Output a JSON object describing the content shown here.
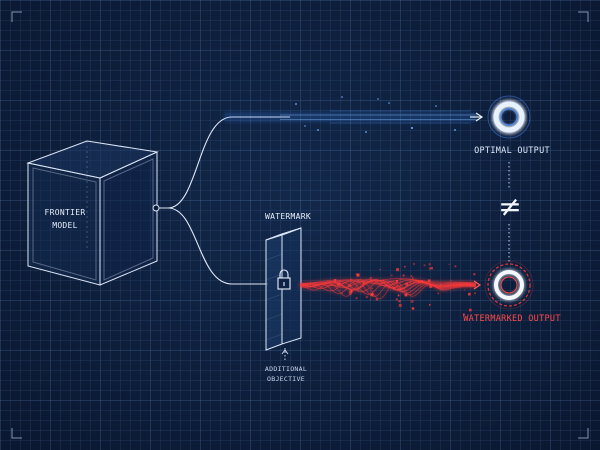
{
  "diagram": {
    "model_label": "FRONTIER\nMODEL",
    "watermark_label": "WATERMARK",
    "optimal_output_label": "OPTIMAL OUTPUT",
    "watermarked_output_label": "WATERMARKED OUTPUT",
    "additional_objective_label": "ADDITIONAL\nOBJECTIVE",
    "not_equal_symbol": "≠"
  },
  "colors": {
    "background": "#0d1e3a",
    "line": "#d7e2f5",
    "blue_beam": "#3d8cff",
    "red_beam": "#ff3a3a",
    "text": "#e6eefb"
  },
  "icons": [
    "cube-icon",
    "lock-icon",
    "target-ring-icon",
    "not-equal-icon",
    "arrow-icon"
  ]
}
